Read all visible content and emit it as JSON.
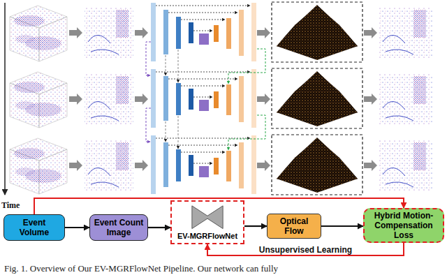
{
  "diagram": {
    "caption": "Fig. 1. Overview of Our EV-MGRFlowNet Pipeline. Our network can fully",
    "nodes": [
      {
        "text": [
          "Event Volume"
        ]
      },
      {
        "text": [
          "Event Count Image"
        ]
      },
      {
        "text": [
          "EV-MGRFlowNet"
        ]
      },
      {
        "text": [
          "Optical Flow"
        ]
      },
      {
        "text": [
          "Hybrid Motion-Compensation Loss"
        ]
      }
    ],
    "edges": [
      {
        "from": 0,
        "to": 1,
        "arrow": "to"
      },
      {
        "from": 1,
        "to": 2,
        "arrow": "to"
      },
      {
        "from": 2,
        "to": 3,
        "arrow": "to"
      },
      {
        "from": 3,
        "to": 4,
        "arrow": "to"
      },
      {
        "from": 4,
        "to": 2,
        "label": "Unsupervised Learning",
        "arrow": "to"
      },
      {
        "from": 0,
        "to": 4,
        "arrow": "to"
      }
    ],
    "labels": [
      "Time"
    ]
  }
}
